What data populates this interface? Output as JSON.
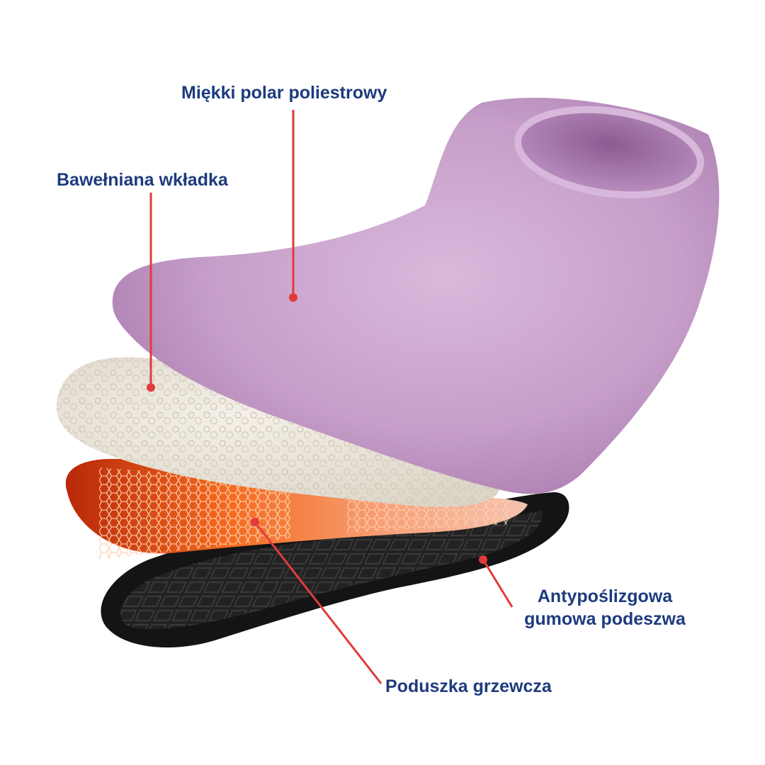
{
  "labels": {
    "polar": "Miękki polar poliestrowy",
    "insole": "Bawełniana wkładka",
    "sole_line1": "Antypoślizgowa",
    "sole_line2": "gumowa podeszwa",
    "heating_pad": "Poduszka grzewcza"
  },
  "colors": {
    "label_text": "#1d3b7d",
    "callout_line": "#e23a3a",
    "fleece": "#c9a2cc",
    "insole": "#ece6dc",
    "heating": "#f25a1c",
    "sole": "#1a1a1a"
  }
}
